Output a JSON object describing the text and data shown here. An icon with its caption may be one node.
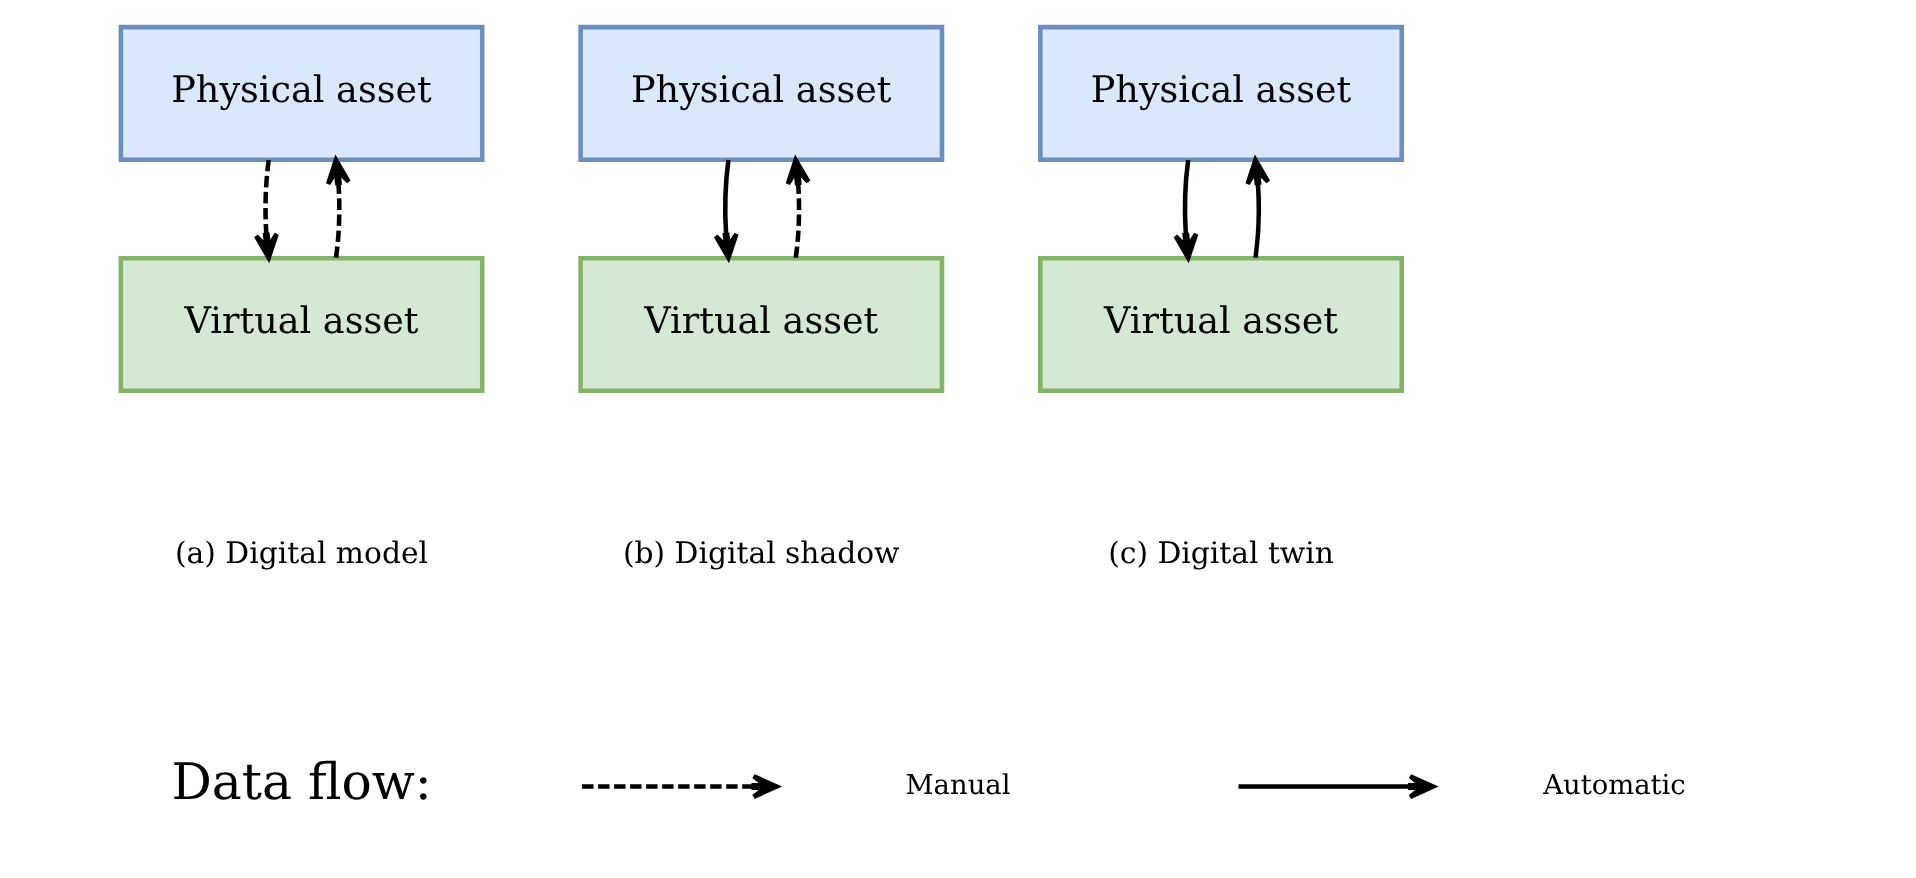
{
  "diagram": {
    "nodes": [
      {
        "text": [
          "Physical asset"
        ]
      },
      {
        "text": [
          "Virtual asset"
        ]
      },
      {
        "text": [
          "Physical asset"
        ]
      },
      {
        "text": [
          "Virtual asset"
        ]
      },
      {
        "text": [
          "Physical asset"
        ]
      },
      {
        "text": [
          "Virtual asset"
        ]
      }
    ],
    "edges": [
      {
        "from": 0,
        "to": 1,
        "arrow": "to",
        "style": "dashed"
      },
      {
        "from": 1,
        "to": 0,
        "arrow": "to",
        "style": "dashed"
      },
      {
        "from": 2,
        "to": 3,
        "arrow": "to"
      },
      {
        "from": 3,
        "to": 2,
        "arrow": "to",
        "style": "dashed"
      },
      {
        "from": 4,
        "to": 5,
        "arrow": "to"
      },
      {
        "from": 5,
        "to": 4,
        "arrow": "to"
      }
    ],
    "labels": [
      "(a) Digital model",
      "(b) Digital shadow",
      "(c) Digital twin",
      "Data flow:"
    ],
    "legend": [
      {
        "text": "Manual"
      },
      {
        "text": "Automatic"
      }
    ]
  }
}
